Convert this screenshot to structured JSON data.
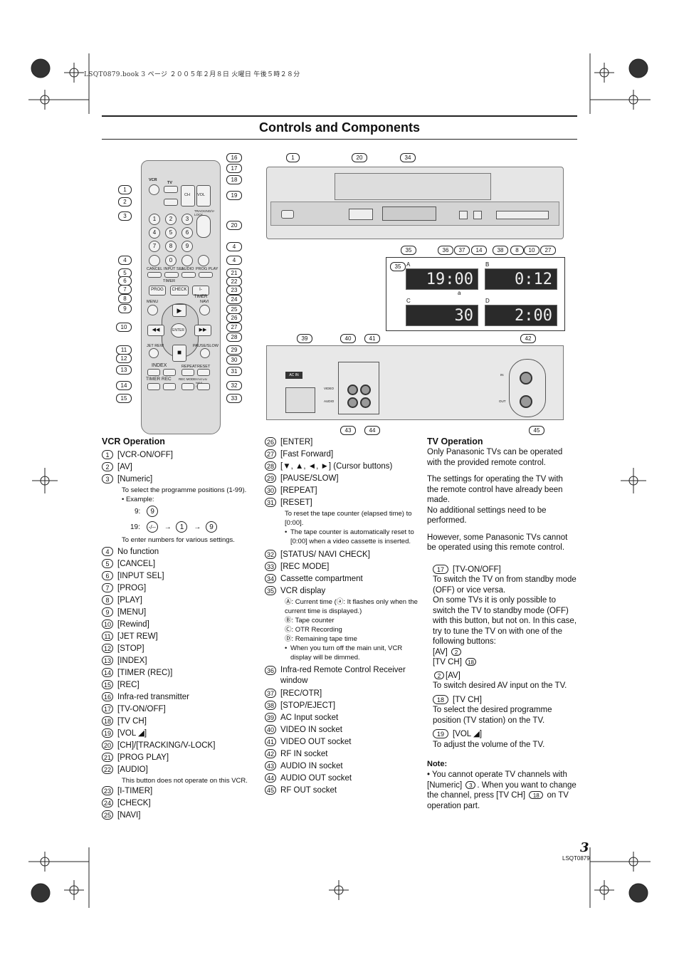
{
  "header_line": "LSQT0879.book  3 ページ  ２００５年２月８日  火曜日  午後５時２８分",
  "page_title": "Controls and Components",
  "remote": {
    "labels": {
      "vcr": "VCR",
      "tv": "TV",
      "ch": "CH",
      "vol": "VOL",
      "tracking": "TRACKING/V-LOCK",
      "cancel": "CANCEL",
      "input_sel": "INPUT SEL",
      "audio": "AUDIO",
      "prog_play": "PROG PLAY",
      "timer": "TIMER",
      "prog": "PROG",
      "check": "CHECK",
      "itimer": "I-TIMER",
      "menu": "MENU",
      "navi": "NAVI",
      "enter": "ENTER",
      "jet_rew": "JET REW",
      "pause_slow": "PAUSE/SLOW",
      "index": "INDEX",
      "repeat": "REPEAT",
      "reset": "RESET",
      "timer_rec": "TIMER REC",
      "rec_mode": "REC MODE",
      "status": "STATUS/ NAVI CHECK",
      "digits": [
        "1",
        "2",
        "3",
        "4",
        "5",
        "6",
        "7",
        "8",
        "9",
        "0"
      ]
    },
    "callouts_left": [
      "1",
      "2",
      "3",
      "4",
      "5",
      "6",
      "7",
      "8",
      "9",
      "10",
      "11",
      "12",
      "13",
      "14",
      "15"
    ],
    "callouts_right": [
      "16",
      "17",
      "18",
      "19",
      "20",
      "4",
      "4",
      "21",
      "22",
      "23",
      "24",
      "25",
      "26",
      "27",
      "28",
      "29",
      "30",
      "31",
      "32",
      "33"
    ]
  },
  "vcr_front_callouts_top": [
    "1",
    "20",
    "34"
  ],
  "vcr_front_callouts_bottom": [
    "35",
    "36",
    "37",
    "14",
    "38",
    "8",
    "10",
    "27"
  ],
  "display_panel": {
    "callout": "35",
    "markers": [
      "A",
      "B",
      "C",
      "D",
      "a"
    ],
    "readouts": [
      "19:00",
      "0:12",
      "30",
      "2:00"
    ]
  },
  "vcr_rear": {
    "top_callouts": [
      "39",
      "40",
      "41",
      "42"
    ],
    "bottom_callouts": [
      "43",
      "44",
      "45"
    ],
    "labels": {
      "ac_in": "AC IN",
      "video": "VIDEO",
      "audio": "AUDIO",
      "in_r": "IN",
      "out_r": "OUT"
    }
  },
  "vcr_operation": {
    "title": "VCR Operation",
    "items": [
      {
        "n": "1",
        "text": "[VCR-ON/OFF]"
      },
      {
        "n": "2",
        "text": "[AV]"
      },
      {
        "n": "3",
        "text": "[Numeric]"
      }
    ],
    "numeric_note": "To select the programme positions (1-99).",
    "example_label": "• Example:",
    "example_9": "9:",
    "example_19": "19:",
    "arrow": "→",
    "numeric_note2": "To enter numbers for various settings.",
    "items2": [
      {
        "n": "4",
        "text": "No function"
      },
      {
        "n": "5",
        "text": "[CANCEL]"
      },
      {
        "n": "6",
        "text": "[INPUT SEL]"
      },
      {
        "n": "7",
        "text": "[PROG]"
      },
      {
        "n": "8",
        "text": "[PLAY]"
      },
      {
        "n": "9",
        "text": "[MENU]"
      },
      {
        "n": "10",
        "text": "[Rewind]"
      },
      {
        "n": "11",
        "text": "[JET REW]"
      },
      {
        "n": "12",
        "text": "[STOP]"
      },
      {
        "n": "13",
        "text": "[INDEX]"
      },
      {
        "n": "14",
        "text": "[TIMER (REC)]"
      },
      {
        "n": "15",
        "text": "[REC]"
      },
      {
        "n": "16",
        "text": "Infra-red transmitter"
      },
      {
        "n": "17",
        "text": "[TV-ON/OFF]"
      },
      {
        "n": "18",
        "text": "[TV CH]"
      },
      {
        "n": "19",
        "text": "[VOL ◢]"
      },
      {
        "n": "20",
        "text": "[CH]/[TRACKING/V-LOCK]"
      },
      {
        "n": "21",
        "text": "[PROG PLAY]"
      },
      {
        "n": "22",
        "text": "[AUDIO]"
      }
    ],
    "audio_note": "This button does not operate on this VCR.",
    "items3": [
      {
        "n": "23",
        "text": "[I-TIMER]"
      },
      {
        "n": "24",
        "text": "[CHECK]"
      },
      {
        "n": "25",
        "text": "[NAVI]"
      }
    ]
  },
  "middle_list": {
    "items": [
      {
        "n": "26",
        "text": "[ENTER]"
      },
      {
        "n": "27",
        "text": "[Fast Forward]"
      },
      {
        "n": "28",
        "text": "[▼, ▲, ◄, ►] (Cursor buttons)"
      },
      {
        "n": "29",
        "text": "[PAUSE/SLOW]"
      },
      {
        "n": "30",
        "text": "[REPEAT]"
      },
      {
        "n": "31",
        "text": "[RESET]"
      }
    ],
    "reset_note": "To reset the tape counter (elapsed time) to [0:00].",
    "reset_bullet": "The tape counter is automatically reset to [0:00] when a video cassette is inserted.",
    "items2": [
      {
        "n": "32",
        "text": "[STATUS/ NAVI CHECK]"
      },
      {
        "n": "33",
        "text": "[REC MODE]"
      },
      {
        "n": "34",
        "text": "Cassette compartment"
      },
      {
        "n": "35",
        "text": "VCR display"
      }
    ],
    "display_notes": [
      "Ⓐ: Current time (ⓐ: It flashes only when the current time is displayed.)",
      "Ⓑ: Tape counter",
      "Ⓒ: OTR Recording",
      "Ⓓ: Remaining tape time"
    ],
    "display_bullet": "When you turn off the main unit, VCR display will be dimmed.",
    "items3": [
      {
        "n": "36",
        "text": "Infra-red Remote Control Receiver window"
      },
      {
        "n": "37",
        "text": "[REC/OTR]"
      },
      {
        "n": "38",
        "text": "[STOP/EJECT]"
      },
      {
        "n": "39",
        "text": "AC Input socket"
      },
      {
        "n": "40",
        "text": "VIDEO IN socket"
      },
      {
        "n": "41",
        "text": "VIDEO OUT socket"
      },
      {
        "n": "42",
        "text": "RF IN socket"
      },
      {
        "n": "43",
        "text": "AUDIO IN socket"
      },
      {
        "n": "44",
        "text": "AUDIO OUT socket"
      },
      {
        "n": "45",
        "text": "RF OUT socket"
      }
    ]
  },
  "tv_operation": {
    "title": "TV Operation",
    "p1": "Only Panasonic TVs can be operated with the provided remote control.",
    "p2": "The settings for operating the TV with the remote control have already been made.\nNo additional settings need to be performed.",
    "p3": "However, some Panasonic TVs cannot be operated using this remote control.",
    "i17": {
      "n": "17",
      "label": "[TV-ON/OFF]",
      "text": "To switch the TV on from standby mode (OFF) or vice versa.\nOn some TVs it is only possible to switch the TV to standby mode (OFF) with this button, but not on. In this case, try to tune the TV on with one of the following buttons:"
    },
    "av_line": "[AV]",
    "av_n": "2",
    "tvch_line": "[TV CH]",
    "tvch_n": "18",
    "i2": {
      "n": "2",
      "label": "[AV]",
      "text": "To switch desired AV input on the TV."
    },
    "i18": {
      "n": "18",
      "label": "[TV CH]",
      "text": "To select the desired programme position (TV station) on the TV."
    },
    "i19": {
      "n": "19",
      "label": "[VOL ◢]",
      "text": "To adjust the volume of the TV."
    },
    "note_title": "Note:",
    "note_a": "• You cannot operate TV channels with [Numeric]",
    "note_n3": "3",
    "note_b": ". When you want to change the channel, press [TV CH]",
    "note_n18": "18",
    "note_c": " on TV operation part."
  },
  "footer": {
    "page": "3",
    "code": "LSQT0879"
  }
}
